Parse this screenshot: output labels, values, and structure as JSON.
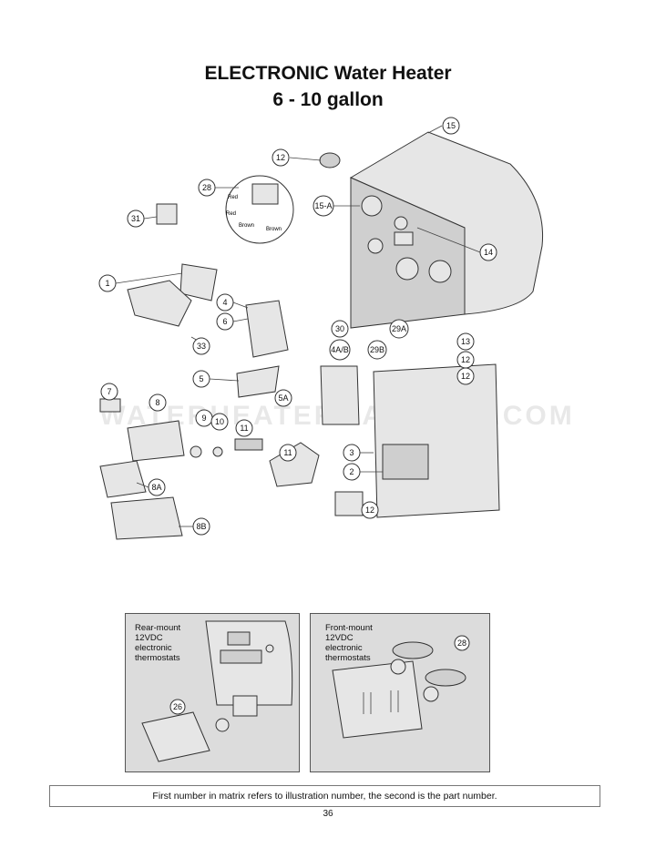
{
  "title_line1": "ELECTRONIC Water Heater",
  "title_line2": "6 - 10 gallon",
  "watermark": "WATERHEATERMANUALS.COM",
  "wire_labels": [
    "Red",
    "Red",
    "Brown",
    "Brown"
  ],
  "callouts": [
    "15",
    "12",
    "28",
    "15-A",
    "31",
    "14",
    "1",
    "4",
    "6",
    "30",
    "29A",
    "4A/B",
    "29B",
    "33",
    "13",
    "12",
    "12",
    "5",
    "7",
    "8",
    "5A",
    "9",
    "10",
    "11",
    "11",
    "3",
    "2",
    "12",
    "8A",
    "8B"
  ],
  "inset_left": {
    "label": "Rear-mount\n12VDC\nelectronic\nthermostats",
    "callout": "26"
  },
  "inset_right": {
    "label": "Front-mount\n12VDC\nelectronic\nthermostats",
    "callout": "28"
  },
  "footer": "First number in matrix refers to illustration number, the second is the part number.",
  "page_number": "36"
}
